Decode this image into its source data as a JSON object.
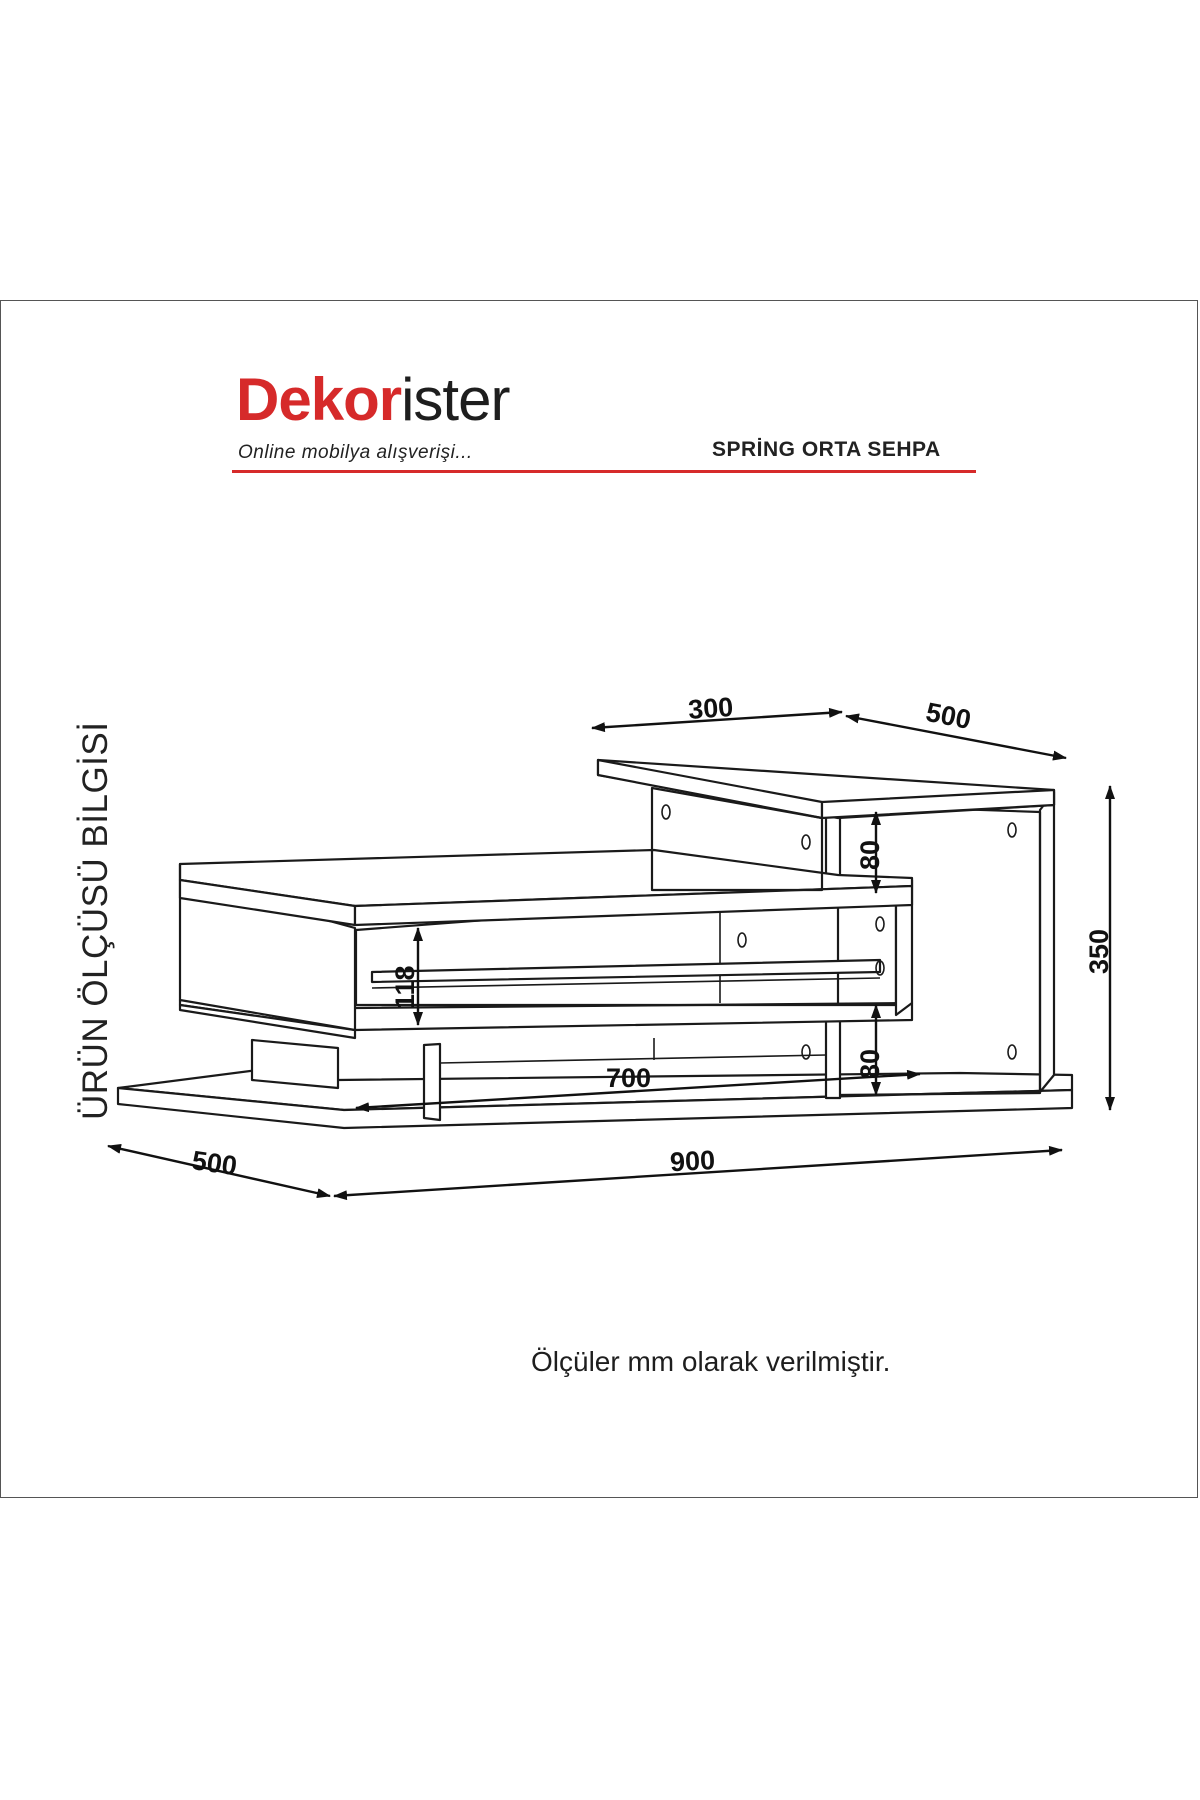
{
  "brand": {
    "name_part1": "Dekor",
    "name_part2": "ister",
    "tagline": "Online mobilya alışverişi..."
  },
  "product_title": "SPRİNG ORTA SEHPA",
  "side_label": "ÜRÜN ÖLÇÜSÜ BİLGİSİ",
  "dimensions": {
    "top_shelf_width": "300",
    "top_shelf_depth": "500",
    "upper_gap": "80",
    "total_height": "350",
    "drawer_height": "118",
    "inner_width": "700",
    "lower_gap": "80",
    "base_depth": "500",
    "base_width": "900"
  },
  "footnote": "Ölçüler mm olarak verilmiştir.",
  "colors": {
    "brand_red": "#d62a2a",
    "line": "#1a1a1a",
    "text": "#111111"
  }
}
